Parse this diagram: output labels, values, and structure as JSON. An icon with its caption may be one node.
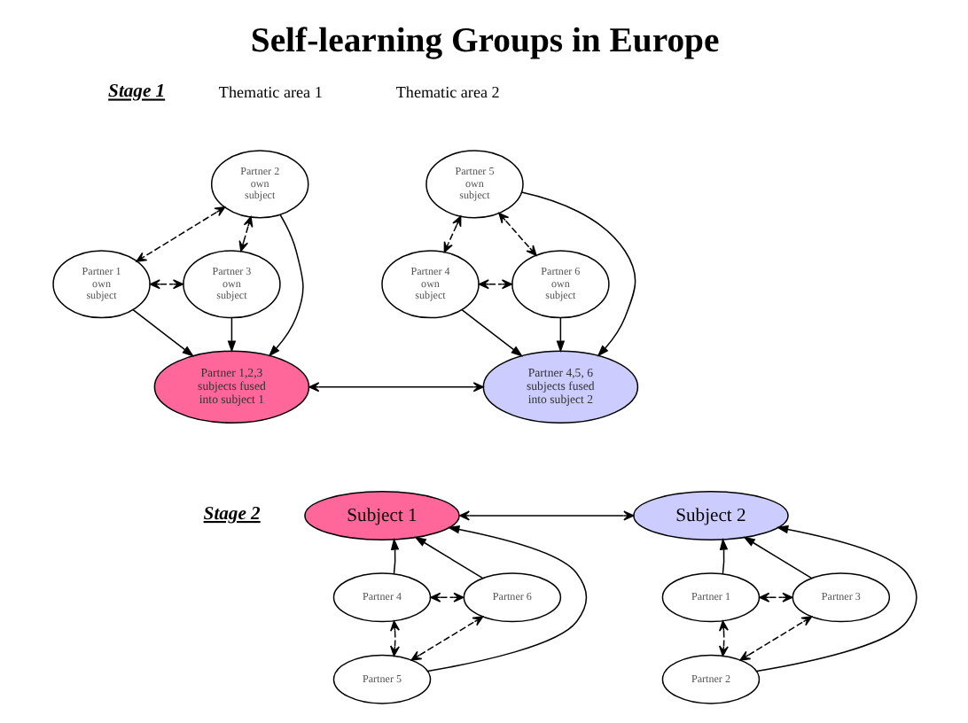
{
  "diagram": {
    "title": "Self-learning Groups in Europe",
    "nodes": [
      {
        "text": [
          "Partner 2 own subject"
        ]
      },
      {
        "text": [
          "Partner 1 own subject"
        ]
      },
      {
        "text": [
          "Partner 3 own subject"
        ]
      },
      {
        "text": [
          "Partner 1,2,3 subjects fused into subject 1"
        ]
      },
      {
        "text": [
          "Partner 5 own subject"
        ]
      },
      {
        "text": [
          "Partner 4 own subject"
        ]
      },
      {
        "text": [
          "Partner 6 own subject"
        ]
      },
      {
        "text": [
          "Partner 4,5, 6 subjects fused into subject 2"
        ]
      },
      {
        "text": [
          "Subject 1"
        ]
      },
      {
        "text": [
          "Partner 4"
        ]
      },
      {
        "text": [
          "Partner 6"
        ]
      },
      {
        "text": [
          "Partner 5"
        ]
      },
      {
        "text": [
          "Subject 2"
        ]
      },
      {
        "text": [
          "Partner 1"
        ]
      },
      {
        "text": [
          "Partner 3"
        ]
      },
      {
        "text": [
          "Partner 2"
        ]
      }
    ],
    "edges": [
      {
        "from": 0,
        "to": 1,
        "arrow": "both",
        "style": "dashed"
      },
      {
        "from": 0,
        "to": 2,
        "arrow": "both",
        "style": "dashed"
      },
      {
        "from": 1,
        "to": 2,
        "arrow": "both",
        "style": "dashed"
      },
      {
        "from": 0,
        "to": 3,
        "arrow": "to"
      },
      {
        "from": 1,
        "to": 3,
        "arrow": "to"
      },
      {
        "from": 2,
        "to": 3,
        "arrow": "to"
      },
      {
        "from": 3,
        "to": 7,
        "arrow": "both"
      },
      {
        "from": 4,
        "to": 5,
        "arrow": "both",
        "style": "dashed"
      },
      {
        "from": 4,
        "to": 6,
        "arrow": "both",
        "style": "dashed"
      },
      {
        "from": 5,
        "to": 6,
        "arrow": "both",
        "style": "dashed"
      },
      {
        "from": 4,
        "to": 7,
        "arrow": "to"
      },
      {
        "from": 5,
        "to": 7,
        "arrow": "to"
      },
      {
        "from": 6,
        "to": 7,
        "arrow": "to"
      },
      {
        "from": 9,
        "to": 8,
        "arrow": "to"
      },
      {
        "from": 11,
        "to": 8,
        "arrow": "to"
      },
      {
        "from": 10,
        "to": 8,
        "arrow": "to"
      },
      {
        "from": 9,
        "to": 10,
        "arrow": "both",
        "style": "dashed"
      },
      {
        "from": 9,
        "to": 11,
        "arrow": "both",
        "style": "dashed"
      },
      {
        "from": 11,
        "to": 10,
        "arrow": "both",
        "style": "dashed"
      },
      {
        "from": 8,
        "to": 12,
        "arrow": "both"
      },
      {
        "from": 13,
        "to": 12,
        "arrow": "to"
      },
      {
        "from": 15,
        "to": 12,
        "arrow": "to"
      },
      {
        "from": 14,
        "to": 12,
        "arrow": "to"
      },
      {
        "from": 13,
        "to": 14,
        "arrow": "both",
        "style": "dashed"
      },
      {
        "from": 13,
        "to": 15,
        "arrow": "both",
        "style": "dashed"
      },
      {
        "from": 15,
        "to": 14,
        "arrow": "both",
        "style": "dashed"
      }
    ],
    "labels": [
      "Stage 1",
      "Thematic area 1",
      "Thematic area 2",
      "Stage 2"
    ]
  }
}
